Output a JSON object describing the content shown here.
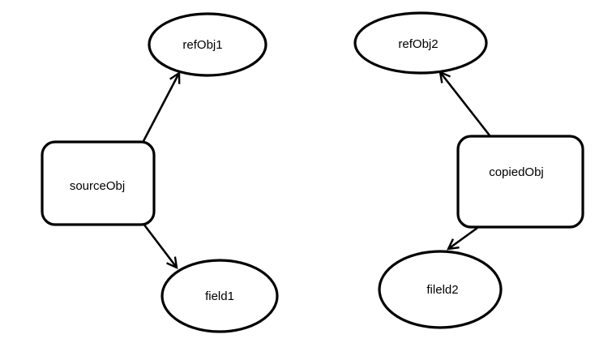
{
  "diagram": {
    "description": "object copy reference diagram",
    "background_color": "#ffffff",
    "stroke_color": "#000000",
    "text_color": "#000000",
    "nodes": [
      {
        "id": "refObj1",
        "label": "refObj1",
        "shape": "ellipse"
      },
      {
        "id": "sourceObj",
        "label": "sourceObj",
        "shape": "rounded-rectangle"
      },
      {
        "id": "field1",
        "label": "field1",
        "shape": "ellipse"
      },
      {
        "id": "refObj2",
        "label": "refObj2",
        "shape": "ellipse"
      },
      {
        "id": "copiedObj",
        "label": "copiedObj",
        "shape": "rounded-rectangle"
      },
      {
        "id": "fileld2",
        "label": "fileld2",
        "shape": "ellipse"
      }
    ],
    "edges": [
      {
        "from": "sourceObj",
        "to": "refObj1",
        "arrowhead": "open"
      },
      {
        "from": "sourceObj",
        "to": "field1",
        "arrowhead": "open"
      },
      {
        "from": "copiedObj",
        "to": "refObj2",
        "arrowhead": "open"
      },
      {
        "from": "copiedObj",
        "to": "fileld2",
        "arrowhead": "open"
      }
    ]
  }
}
